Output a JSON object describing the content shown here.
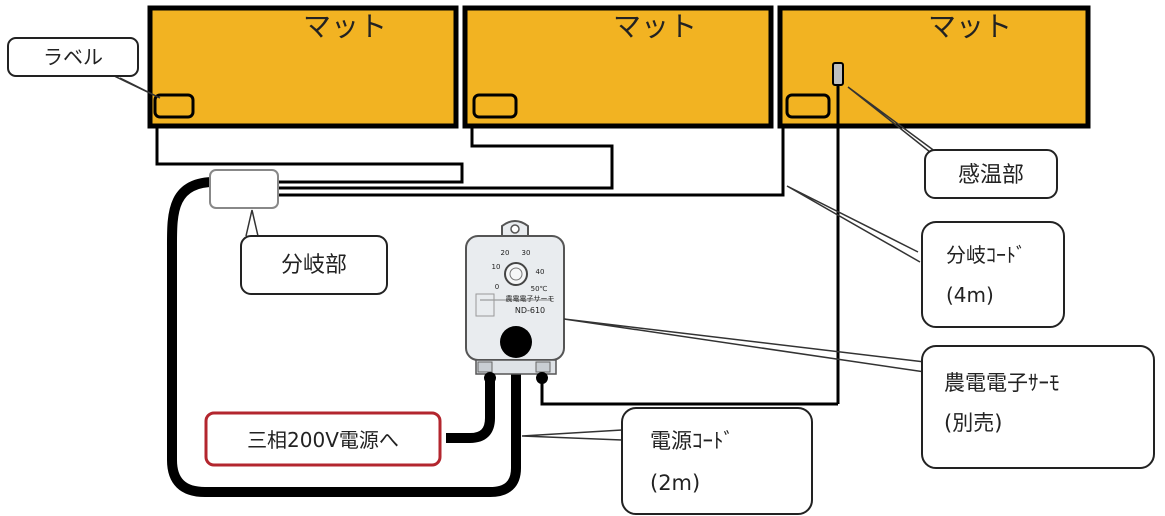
{
  "mats": [
    {
      "label": "マット"
    },
    {
      "label": "マット"
    },
    {
      "label": "マット"
    }
  ],
  "callouts": {
    "label": "ラベル",
    "sensor": "感温部",
    "branch": "分岐部",
    "branch_cord": {
      "line1": "分岐ｺｰﾄﾞ",
      "line2": "(4m)"
    },
    "thermostat": {
      "line1": "農電電子ｻｰﾓ",
      "line2": "(別売)"
    },
    "power_source": "三相200V電源へ",
    "power_cord": {
      "line1": "電源ｺｰﾄﾞ",
      "line2": "(2m)"
    }
  },
  "device": {
    "dial_marks": [
      "20",
      "30",
      "40",
      "50℃",
      "10",
      "0"
    ],
    "brand": "農電電子サーモ",
    "model": "ND-610"
  },
  "colors": {
    "mat": "#f2b322",
    "cord": "#000000",
    "power_box_border": "#b3262e",
    "device_body": "#e9ecef"
  }
}
